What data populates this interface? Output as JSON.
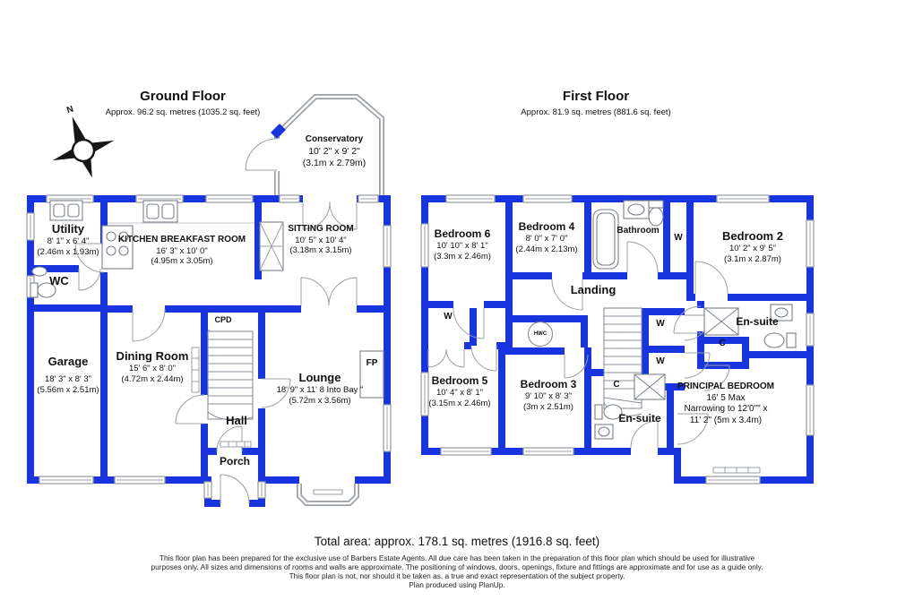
{
  "ground_floor": {
    "title": "Ground Floor",
    "subtitle": "Approx. 96.2 sq. metres (1035.2 sq. feet)",
    "rooms": {
      "conservatory": {
        "name": "Conservatory",
        "dims_ft": "10' 2\" x 9' 2\"",
        "dims_m": "(3.1m x 2.79m)"
      },
      "utility": {
        "name": "Utility",
        "dims_ft": "8' 1\" x 6' 4\"",
        "dims_m": "(2.46m x 1.93m)"
      },
      "wc": {
        "name": "WC"
      },
      "kitchen": {
        "name": "KITCHEN BREAKFAST ROOM",
        "dims_ft": "16' 3\" x 10' 0\"",
        "dims_m": "(4.95m x 3.05m)"
      },
      "sitting_room": {
        "name": "SITTING ROOM",
        "dims_ft": "10' 5\" x 10' 4\"",
        "dims_m": "(3.18m x 3.15m)"
      },
      "garage": {
        "name": "Garage",
        "dims_ft": "18' 3\" x 8' 3\"",
        "dims_m": "(5.56m x 2.51m)"
      },
      "dining_room": {
        "name": "Dining Room",
        "dims_ft": "15' 6\" x 8' 0\"",
        "dims_m": "(4.72m x 2.44m)"
      },
      "lounge": {
        "name": "Lounge",
        "dims_ft": "18' 9\" x 11' 8 Into Bay \"",
        "dims_m": "(5.72m x 3.56m)"
      },
      "hall": {
        "name": "Hall"
      },
      "porch": {
        "name": "Porch"
      }
    },
    "labels": {
      "cupboard": "CPD",
      "fireplace": "FP"
    }
  },
  "first_floor": {
    "title": "First Floor",
    "subtitle": "Approx. 81.9 sq. metres (881.6 sq. feet)",
    "rooms": {
      "bedroom2": {
        "name": "Bedroom 2",
        "dims_ft": "10' 2\" x 9' 5\"",
        "dims_m": "(3.1m x 2.87m)"
      },
      "bedroom3": {
        "name": "Bedroom 3",
        "dims_ft": "9' 10\" x 8' 3\"",
        "dims_m": "(3m x 2.51m)"
      },
      "bedroom4": {
        "name": "Bedroom 4",
        "dims_ft": "8' 0\" x 7' 0\"",
        "dims_m": "(2.44m x 2.13m)"
      },
      "bedroom5": {
        "name": "Bedroom 5",
        "dims_ft": "10' 4\" x 8' 1\"",
        "dims_m": "(3.15m x 2.46m)"
      },
      "bedroom6": {
        "name": "Bedroom 6",
        "dims_ft": "10' 10\" x 8' 1\"",
        "dims_m": "(3.3m x 2.46m)"
      },
      "principal_bedroom": {
        "name": "PRINCIPAL BEDROOM",
        "dims_line1": "16' 5 Max",
        "dims_line2": "Narrowing to 12'0\"\" x",
        "dims_line3": "11' 2\" (5m x 3.4m)"
      },
      "bathroom": {
        "name": "Bathroom"
      },
      "landing": {
        "name": "Landing"
      },
      "en_suite": {
        "name": "En-suite"
      }
    },
    "labels": {
      "wardrobe": "W",
      "cupboard": "C",
      "hot_water_cylinder": "HWC"
    }
  },
  "compass": {
    "north": "N"
  },
  "footer": {
    "total_area": "Total area: approx. 178.1 sq. metres (1916.8 sq. feet)",
    "disclaimer_line1": "This floor plan has been prepared for the exclusive use of Barbers Estate Agents. All due care has been taken in the preparation of this floor plan which should be used for illustrative",
    "disclaimer_line2": "purposes only. All sizes and dimensions of rooms and walls are approximate. The positioning of windows, doors, openings, fixture and fittings are approximate and for use as a guide only.",
    "disclaimer_line3": "This floor plan is not, nor should it be taken as, a true and exact representation of the subject property.",
    "disclaimer_line4": "Plan produced using PlanUp."
  },
  "colors": {
    "wall_blue": "#1834e0",
    "window_gray": "#9aa0a6",
    "text": "#111111"
  }
}
